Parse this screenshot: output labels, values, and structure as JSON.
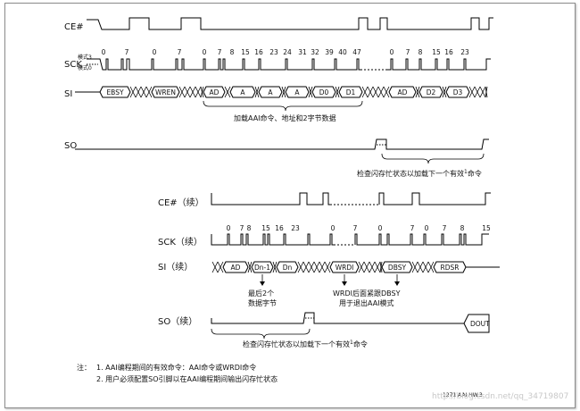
{
  "signals_top": {
    "ce": "CE#",
    "sck": "SCK",
    "si": "SI",
    "so": "SO",
    "mode3": "模式3",
    "mode0": "模式0"
  },
  "signals_bottom": {
    "ce": "CE#（续）",
    "sck": "SCK（续）",
    "si": "SI（续）",
    "so": "SO（续）"
  },
  "sck_top_numbers": [
    "0",
    "7",
    "0",
    "7",
    "0",
    "7",
    "8",
    "15",
    "16",
    "23",
    "24",
    "31",
    "32",
    "39",
    "40",
    "47",
    "0",
    "7",
    "8",
    "15",
    "16",
    "23"
  ],
  "sck_bottom_numbers": [
    "0",
    "7",
    "8",
    "15",
    "16",
    "23",
    "0",
    "7",
    "0",
    "7",
    "0",
    "7",
    "8",
    "15"
  ],
  "si_top_boxes": [
    "EBSY",
    "WREN",
    "AD",
    "A",
    "A",
    "A",
    "D0",
    "D1",
    "AD",
    "D2",
    "D3"
  ],
  "si_bottom_boxes": [
    "AD",
    "Dn-1",
    "Dn",
    "WRDI",
    "DBSY",
    "RDSR"
  ],
  "dout_label": "DOUT",
  "annotations": {
    "load_cmd": "加载AAI命令、地址和2字节数据",
    "check_status_top": "检查闪存忙状态以加载下一个有效",
    "check_status_top_sup": "1",
    "check_status_top_tail": "命令",
    "last_two_1": "最后2个",
    "last_two_2": "数据字节",
    "wrdi_1": "WRDI后面紧跟DBSY",
    "wrdi_2": "用于退出AAI模式",
    "check_status_bottom": "检查闪存忙状态以加载下一个有效",
    "check_status_bottom_sup": "1",
    "check_status_bottom_tail": "命令"
  },
  "notes": {
    "label": "注：",
    "note1": "1. AAI编程期间的有效命令：AAI命令或WRDI命令",
    "note2": "2. 用户必须配置SO引脚以在AAI编程期间输出闪存忙状态"
  },
  "figure_id": "1271 AAI.HW.3",
  "watermark": "http://blog.csdn.net/qq_34719807"
}
